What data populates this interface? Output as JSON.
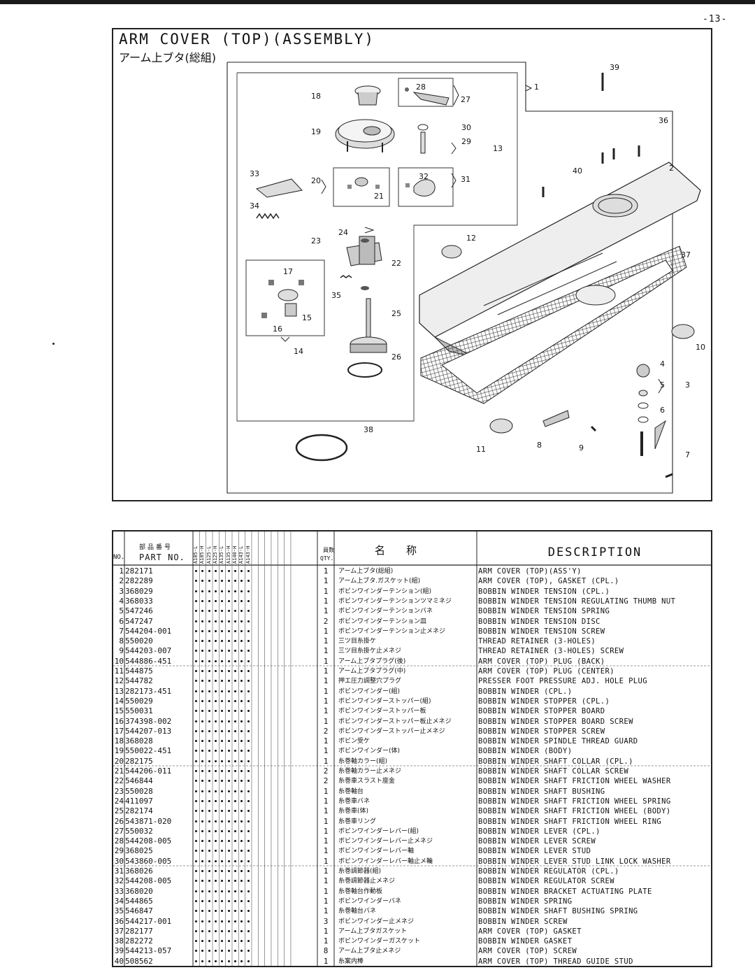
{
  "page_number": "-13-",
  "figure": {
    "title": "ARM COVER (TOP)(ASSEMBLY)",
    "subtitle_ja": "アーム上ブタ(総組)",
    "callouts": [
      "1",
      "2",
      "3",
      "4",
      "5",
      "6",
      "7",
      "8",
      "9",
      "10",
      "11",
      "12",
      "13",
      "14",
      "15",
      "16",
      "17",
      "18",
      "19",
      "20",
      "21",
      "22",
      "23",
      "24",
      "25",
      "26",
      "27",
      "28",
      "29",
      "30",
      "31",
      "32",
      "33",
      "34",
      "35",
      "36",
      "37",
      "38",
      "39",
      "40"
    ]
  },
  "table": {
    "headers": {
      "no": "NO.",
      "part_no_ja": "部品番号",
      "part_no": "PART NO.",
      "qty_ja": "員数",
      "qty": "QTY.",
      "name_ja": "名称",
      "description": "DESCRIPTION"
    },
    "models": [
      "A105-L",
      "A105-H",
      "A125-L",
      "A125-H",
      "A135-L",
      "A135-H",
      "A140-H",
      "A143-L",
      "A143-H"
    ],
    "rows": [
      {
        "no": "1",
        "part": "282171",
        "qty": "1",
        "ja": "アーム上ブタ(総組)",
        "desc": "ARM COVER (TOP)(ASS'Y)"
      },
      {
        "no": "2",
        "part": "282289",
        "qty": "1",
        "ja": "アーム上ブタ.ガスケット(組)",
        "desc": "ARM COVER (TOP), GASKET (CPL.)"
      },
      {
        "no": "3",
        "part": "368029",
        "qty": "1",
        "ja": "ボビンワインダーテンション(組)",
        "desc": "BOBBIN WINDER TENSION (CPL.)"
      },
      {
        "no": "4",
        "part": "368033",
        "qty": "1",
        "ja": "ボビンワインダーテンションツマミネジ",
        "desc": "BOBBIN WINDER TENSION REGULATING THUMB NUT"
      },
      {
        "no": "5",
        "part": "547246",
        "qty": "1",
        "ja": "ボビンワインダーテンションバネ",
        "desc": "BOBBIN WINDER TENSION SPRING"
      },
      {
        "no": "6",
        "part": "547247",
        "qty": "2",
        "ja": "ボビンワインダーテンション皿",
        "desc": "BOBBIN WINDER TENSION DISC"
      },
      {
        "no": "7",
        "part": "544204-001",
        "qty": "1",
        "ja": "ボビンワインダーテンション止メネジ",
        "desc": "BOBBIN WINDER TENSION SCREW"
      },
      {
        "no": "8",
        "part": "550020",
        "qty": "1",
        "ja": "三ツ目糸掛ケ",
        "desc": "THREAD RETAINER (3-HOLES)"
      },
      {
        "no": "9",
        "part": "544203-007",
        "qty": "1",
        "ja": "三ツ目糸掛ケ止メネジ",
        "desc": "THREAD RETAINER (3-HOLES) SCREW"
      },
      {
        "no": "10",
        "part": "544886-451",
        "qty": "1",
        "ja": "アーム上ブタプラグ(後)",
        "desc": "ARM COVER (TOP) PLUG (BACK)"
      },
      {
        "no": "11",
        "part": "544875",
        "qty": "1",
        "ja": "アーム上ブタプラグ(中)",
        "desc": "ARM COVER (TOP) PLUG (CENTER)"
      },
      {
        "no": "12",
        "part": "544782",
        "qty": "1",
        "ja": "押エ圧力調整穴プラグ",
        "desc": "PRESSER FOOT PRESSURE ADJ. HOLE PLUG"
      },
      {
        "no": "13",
        "part": "282173-451",
        "qty": "1",
        "ja": "ボビンワインダー(組)",
        "desc": "BOBBIN WINDER (CPL.)"
      },
      {
        "no": "14",
        "part": "550029",
        "qty": "1",
        "ja": "ボビンワインダーストッパー(組)",
        "desc": "BOBBIN WINDER STOPPER (CPL.)"
      },
      {
        "no": "15",
        "part": "550031",
        "qty": "1",
        "ja": "ボビンワインダーストッパー板",
        "desc": "BOBBIN WINDER STOPPER BOARD"
      },
      {
        "no": "16",
        "part": "374398-002",
        "qty": "1",
        "ja": "ボビンワインダーストッパー板止メネジ",
        "desc": "BOBBIN WINDER STOPPER BOARD SCREW"
      },
      {
        "no": "17",
        "part": "544207-013",
        "qty": "2",
        "ja": "ボビンワインダーストッパー止メネジ",
        "desc": "BOBBIN WINDER STOPPER SCREW"
      },
      {
        "no": "18",
        "part": "368028",
        "qty": "1",
        "ja": "ボビン受ケ",
        "desc": "BOBBIN WINDER SPINDLE THREAD GUARD"
      },
      {
        "no": "19",
        "part": "550022-451",
        "qty": "1",
        "ja": "ボビンワインダー(体)",
        "desc": "BOBBIN WINDER (BODY)"
      },
      {
        "no": "20",
        "part": "282175",
        "qty": "1",
        "ja": "糸巻軸カラー(組)",
        "desc": "BOBBIN WINDER SHAFT COLLAR (CPL.)"
      },
      {
        "no": "21",
        "part": "544206-011",
        "qty": "2",
        "ja": "糸巻軸カラー止メネジ",
        "desc": "BOBBIN WINDER SHAFT COLLAR SCREW"
      },
      {
        "no": "22",
        "part": "546844",
        "qty": "2",
        "ja": "糸巻車スラスト座金",
        "desc": "BOBBIN WINDER SHAFT FRICTION WHEEL WASHER"
      },
      {
        "no": "23",
        "part": "550028",
        "qty": "1",
        "ja": "糸巻軸台",
        "desc": "BOBBIN WINDER SHAFT BUSHING"
      },
      {
        "no": "24",
        "part": "411097",
        "qty": "1",
        "ja": "糸巻車バネ",
        "desc": "BOBBIN WINDER SHAFT FRICTION WHEEL SPRING"
      },
      {
        "no": "25",
        "part": "282174",
        "qty": "1",
        "ja": "糸巻車(体)",
        "desc": "BOBBIN WINDER SHAFT FRICTION WHEEL (BODY)"
      },
      {
        "no": "26",
        "part": "543871-020",
        "qty": "1",
        "ja": "糸巻車リング",
        "desc": "BOBBIN WINDER SHAFT FRICTION WHEEL RING"
      },
      {
        "no": "27",
        "part": "550032",
        "qty": "1",
        "ja": "ボビンワインダーレバー(組)",
        "desc": "BOBBIN WINDER LEVER (CPL.)"
      },
      {
        "no": "28",
        "part": "544208-005",
        "qty": "1",
        "ja": "ボビンワインダーレバー止メネジ",
        "desc": "BOBBIN WINDER LEVER SCREW"
      },
      {
        "no": "29",
        "part": "368025",
        "qty": "1",
        "ja": "ボビンワインダーレバー軸",
        "desc": "BOBBIN WINDER LEVER STUD"
      },
      {
        "no": "30",
        "part": "543860-005",
        "qty": "1",
        "ja": "ボビンワインダーレバー軸止メ輪",
        "desc": "BOBBIN WINDER LEVER STUD LINK LOCK WASHER"
      },
      {
        "no": "31",
        "part": "368026",
        "qty": "1",
        "ja": "糸巻調節器(組)",
        "desc": "BOBBIN WINDER REGULATOR (CPL.)"
      },
      {
        "no": "32",
        "part": "544208-005",
        "qty": "1",
        "ja": "糸巻調節器止メネジ",
        "desc": "BOBBIN WINDER REGULATOR SCREW"
      },
      {
        "no": "33",
        "part": "368020",
        "qty": "1",
        "ja": "糸巻軸台作動板",
        "desc": "BOBBIN WINDER BRACKET ACTUATING PLATE"
      },
      {
        "no": "34",
        "part": "544865",
        "qty": "1",
        "ja": "ボビンワインダーバネ",
        "desc": "BOBBIN WINDER SPRING"
      },
      {
        "no": "35",
        "part": "546847",
        "qty": "1",
        "ja": "糸巻軸台バネ",
        "desc": "BOBBIN WINDER SHAFT BUSHING SPRING"
      },
      {
        "no": "36",
        "part": "544217-001",
        "qty": "3",
        "ja": "ボビンワインダー止メネジ",
        "desc": "BOBBIN WINDER SCREW"
      },
      {
        "no": "37",
        "part": "282177",
        "qty": "1",
        "ja": "アーム上ブタガスケット",
        "desc": "ARM COVER (TOP) GASKET"
      },
      {
        "no": "38",
        "part": "282272",
        "qty": "1",
        "ja": "ボビンワインダーガスケット",
        "desc": "BOBBIN WINDER GASKET"
      },
      {
        "no": "39",
        "part": "544213-057",
        "qty": "8",
        "ja": "アーム上ブタ止メネジ",
        "desc": "ARM COVER (TOP) SCREW"
      },
      {
        "no": "40",
        "part": "508562",
        "qty": "1",
        "ja": "糸案内棒",
        "desc": "ARM COVER (TOP) THREAD GUIDE STUD"
      }
    ]
  }
}
